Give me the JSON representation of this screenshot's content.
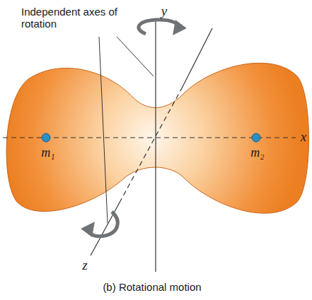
{
  "diagram": {
    "caption": "(b) Rotational motion",
    "labels": [
      "Independent axes of rotation",
      "y",
      "x",
      "z",
      "m₁",
      "m₂"
    ]
  }
}
